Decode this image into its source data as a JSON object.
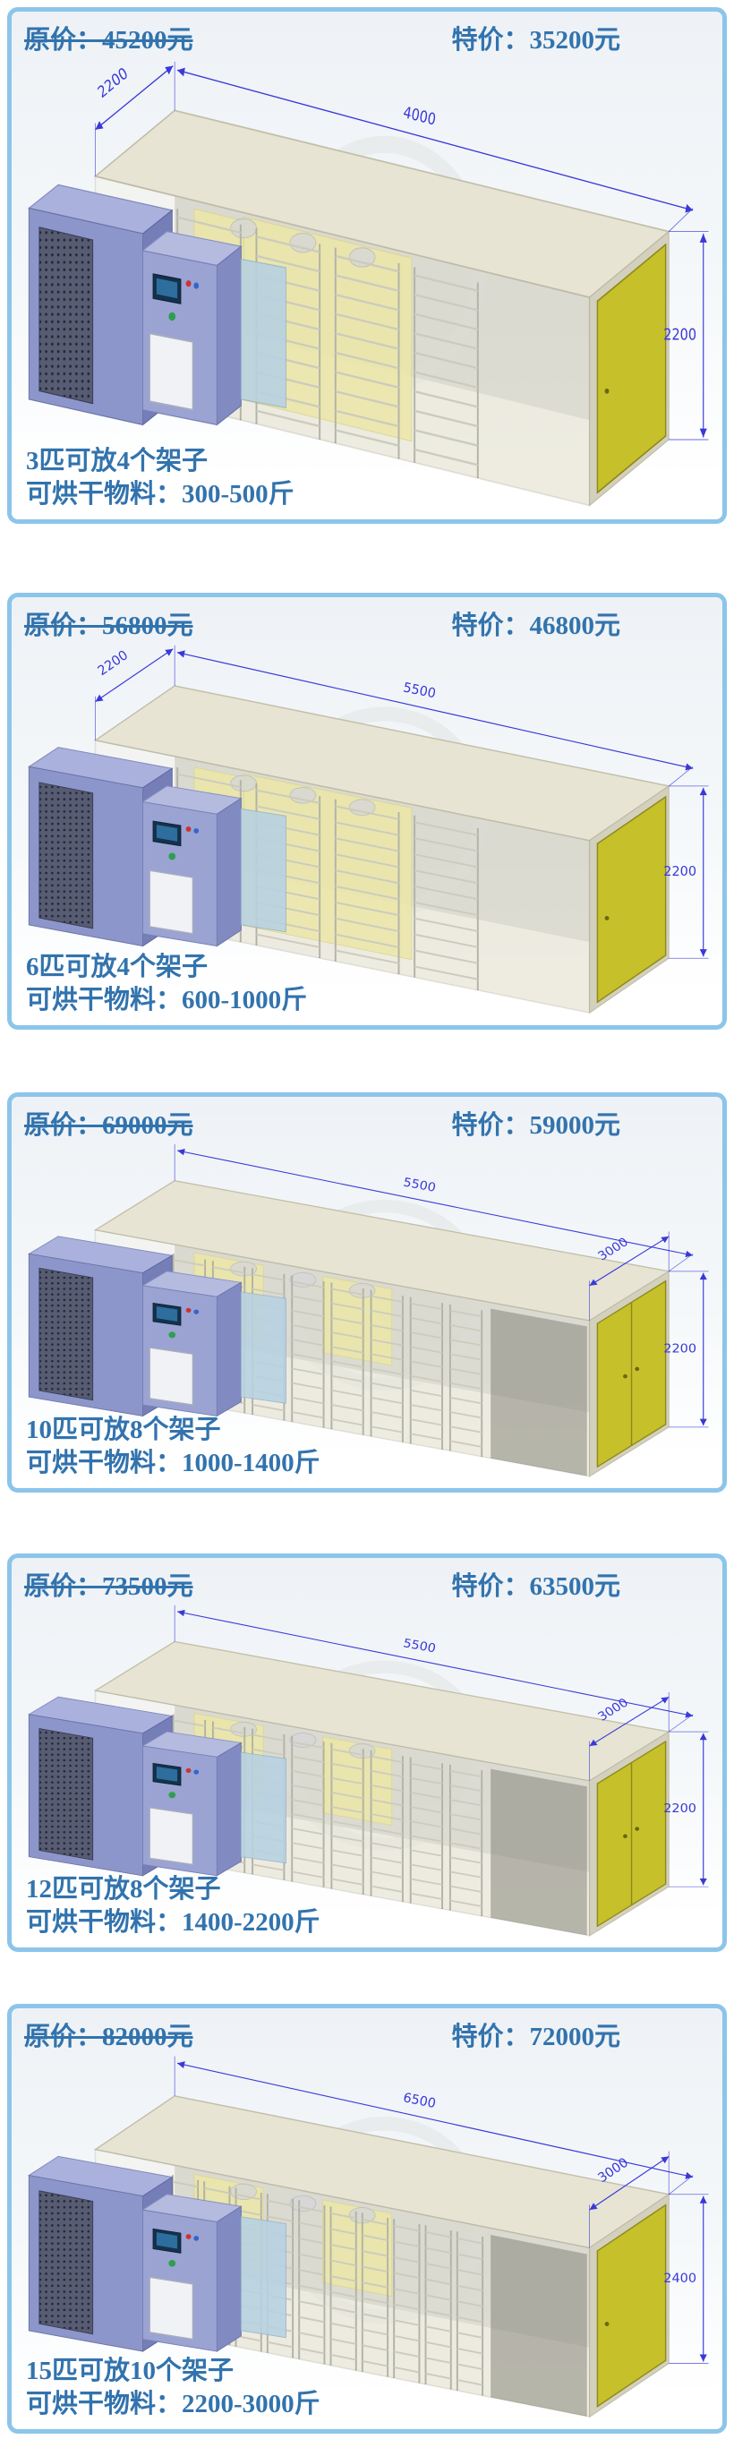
{
  "page": {
    "accent_border": "#8cc5ea",
    "text_color": "#3273ad",
    "dim_color": "#3939d8",
    "door_color": "#c6c02a",
    "currency_unit": "元"
  },
  "panels": [
    {
      "original_price": "原价：45200元",
      "special_price": "特价：35200元",
      "capacity_line1": "3匹可放4个架子",
      "capacity_line2": "可烘干物料：300-500斤",
      "dims": {
        "depth": "2200",
        "length": "4000",
        "height": "2200"
      }
    },
    {
      "original_price": "原价：56800元",
      "special_price": "特价：46800元",
      "capacity_line1": "6匹可放4个架子",
      "capacity_line2": "可烘干物料：600-1000斤",
      "dims": {
        "depth": "2200",
        "length": "5500",
        "height": "2200"
      }
    },
    {
      "original_price": "原价：69000元",
      "special_price": "特价：59000元",
      "capacity_line1": "10匹可放8个架子",
      "capacity_line2": "可烘干物料：1000-1400斤",
      "dims": {
        "depth": "3000",
        "length": "5500",
        "height": "2200"
      }
    },
    {
      "original_price": "原价：73500元",
      "special_price": "特价：63500元",
      "capacity_line1": "12匹可放8个架子",
      "capacity_line2": "可烘干物料：1400-2200斤",
      "dims": {
        "depth": "3000",
        "length": "5500",
        "height": "2200"
      }
    },
    {
      "original_price": "原价：82000元",
      "special_price": "特价：72000元",
      "capacity_line1": "15匹可放10个架子",
      "capacity_line2": "可烘干物料：2200-3000斤",
      "dims": {
        "depth": "3000",
        "length": "6500",
        "height": "2400"
      }
    }
  ]
}
